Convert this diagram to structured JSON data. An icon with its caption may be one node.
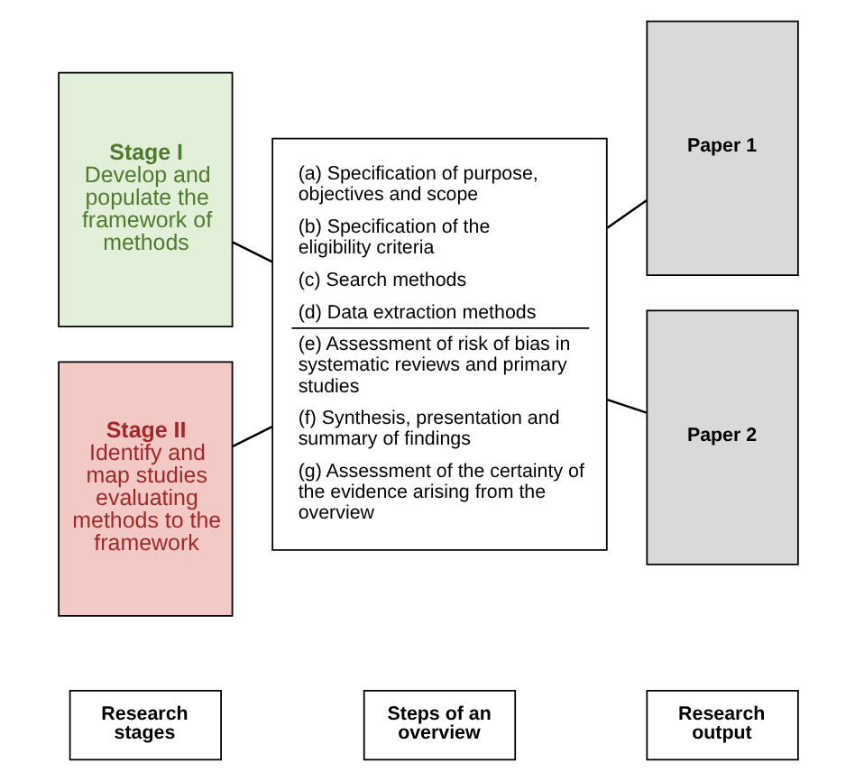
{
  "diagram": {
    "nodes": [
      {
        "text": [
          "Research stages"
        ]
      },
      {
        "text": [
          "Steps of an overview"
        ]
      },
      {
        "text": [
          "Research output"
        ]
      },
      {
        "text": [
          "Stage I",
          "Develop and populate the framework of methods"
        ]
      },
      {
        "text": [
          "Stage II",
          "Identify and map studies evaluating methods to the framework"
        ]
      },
      {
        "text": [
          "(a) Specification of purpose, objectives and scope",
          "(b) Specification of the eligibility criteria",
          "(c) Search methods",
          "(d) Data extraction methods",
          "(e) Assessment of risk of bias in systematic reviews and primary studies",
          "(f) Synthesis, presentation and summary of findings",
          "(g) Assessment of the certainty of the evidence arising from the overview"
        ]
      },
      {
        "text": [
          "Paper 1"
        ]
      },
      {
        "text": [
          "Paper 2"
        ]
      }
    ],
    "edges": [
      {
        "from": 3,
        "to": 5,
        "arrow": "none"
      },
      {
        "from": 4,
        "to": 5,
        "arrow": "none"
      },
      {
        "from": 5,
        "to": 6,
        "arrow": "none"
      },
      {
        "from": 5,
        "to": 7,
        "arrow": "none"
      }
    ]
  }
}
